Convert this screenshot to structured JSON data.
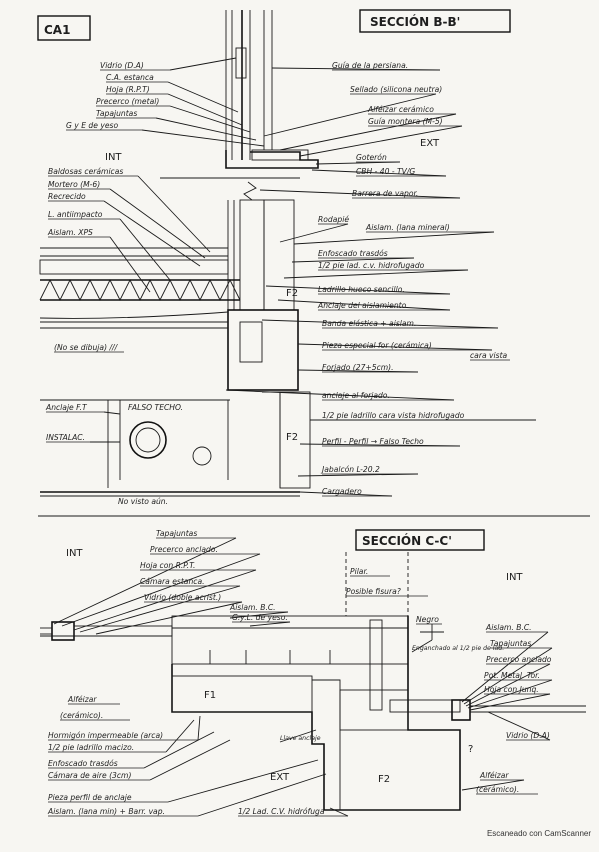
{
  "sheet": {
    "corner_tag": "CA1",
    "footer": "Escaneado con CamScanner"
  },
  "section_b": {
    "title": "SECCIÓN B-B'",
    "int_label": "INT",
    "ext_label": "EXT",
    "left_labels": [
      "Vidrio (D.A)",
      "C.A. estanca",
      "Hoja (R.P.T)",
      "Precerco (metal)",
      "Tapajuntas",
      "G y E de yeso",
      "Baldosas cerámicas",
      "Mortero (M-6)",
      "Recrecido",
      "L. antiimpacto",
      "Aislam. XPS",
      "(No se dibuja) ///",
      "Anclaje F.T",
      "INSTALAC."
    ],
    "center_labels": [
      "FALSO TECHO.",
      "No visto aún."
    ],
    "right_labels": [
      "Guía de la persiana.",
      "Sellado (silicona neutra)",
      "Alféizar cerámico",
      "Guía montera (M-5)",
      "Goterón",
      "CBH - 40 - TV/G",
      "Barrera de vapor.",
      "Rodapié",
      "Aislam. (lana mineral)",
      "Enfoscado trasdós",
      "1/2 pie lad. c.v. hidrofugado",
      "Ladrillo hueco sencillo.",
      "Anclaje del aislamiento.",
      "Banda elástica + aislam.",
      "Pieza especial for (cerámica)",
      "cara vista",
      "Forjado (27+5cm).",
      "anclaje al forjado.",
      "1/2 pie ladrillo cara vista hidrofugado",
      "Perfil - Perfil → Falso Techo",
      "Jabalcón L-20.2",
      "Cargadero"
    ],
    "material_tags": [
      "F2",
      "F2"
    ]
  },
  "section_c": {
    "title": "SECCIÓN C-C'",
    "int_left": "INT",
    "int_right": "INT",
    "ext_label": "EXT",
    "top_labels": [
      "Tapajuntas",
      "Precerco anclado.",
      "Hoja con R.P.T.",
      "Cámara estanca.",
      "Vidrio (doble acrist.)",
      "Aislam. B.C.",
      "G.y.L. de yeso."
    ],
    "center_labels": [
      "Pilar.",
      "Posible fisura?",
      "Negro",
      "Enganchado al 1/2 pie de lad.",
      "Llave anclaje",
      "F1",
      "F2",
      "?"
    ],
    "right_labels": [
      "Aislam. B.C.",
      "Tapajuntas",
      "Precerco anclado",
      "Pot. Metal. Tor.",
      "Hoja con Junq.",
      "Vidrio (D.A)",
      "Alféizar",
      "(cerámico)."
    ],
    "bottom_labels": [
      "Alféizar",
      "(cerámico).",
      "Hormigón impermeable (arca)",
      "1/2 pie ladrillo macizo.",
      "Enfoscado trasdós",
      "Cámara de aire (3cm)",
      "Pieza perfil de anclaje",
      "Aislam. (lana min) + Barr. vap.",
      "1/2 Lad. C.V. hidrófuga"
    ]
  }
}
